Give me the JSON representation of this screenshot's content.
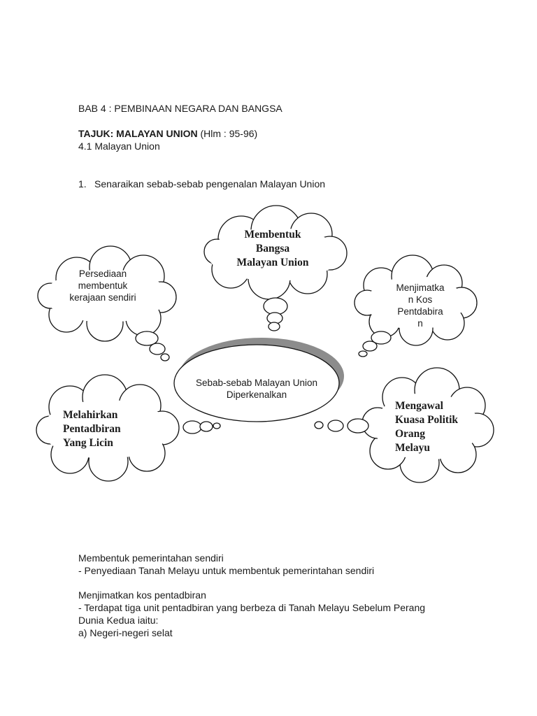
{
  "header": {
    "chapter": "BAB 4 : PEMBINAAN NEGARA DAN BANGSA",
    "topic_label": "TAJUK: MALAYAN UNION",
    "topic_pages": " (Hlm : 95-96)",
    "section": "4.1 Malayan Union"
  },
  "question": {
    "number": "1.",
    "text": "Senaraikan sebab-sebab pengenalan Malayan Union"
  },
  "diagram": {
    "center": {
      "line1": "Sebab-sebab Malayan Union",
      "line2": "Diperkenalkan"
    },
    "clouds": [
      {
        "id": "top",
        "lines": [
          "Membentuk",
          "Bangsa",
          "Malayan Union"
        ]
      },
      {
        "id": "top-left",
        "lines": [
          "Persediaan",
          "membentuk",
          "kerajaan sendiri"
        ]
      },
      {
        "id": "top-right",
        "lines": [
          "Menjimatka",
          "n Kos",
          "Pentdabira",
          "n"
        ]
      },
      {
        "id": "bottom-left",
        "lines": [
          "Melahirkan",
          "Pentadbiran",
          "Yang Licin"
        ]
      },
      {
        "id": "bottom-right",
        "lines": [
          "Mengawal",
          "Kuasa Politik",
          "Orang",
          "Melayu"
        ]
      }
    ]
  },
  "notes": [
    "Membentuk pemerintahan sendiri",
    "- Penyediaan Tanah Melayu untuk membentuk pemerintahan sendiri",
    "",
    "Menjimatkan kos pentadbiran",
    "- Terdapat tiga unit pentadbiran yang berbeza di Tanah Melayu Sebelum Perang",
    "Dunia Kedua iaitu:",
    "a) Negeri-negeri selat"
  ],
  "colors": {
    "text": "#1a1a1a",
    "outline": "#111111",
    "shadow": "#8c8c8c"
  }
}
